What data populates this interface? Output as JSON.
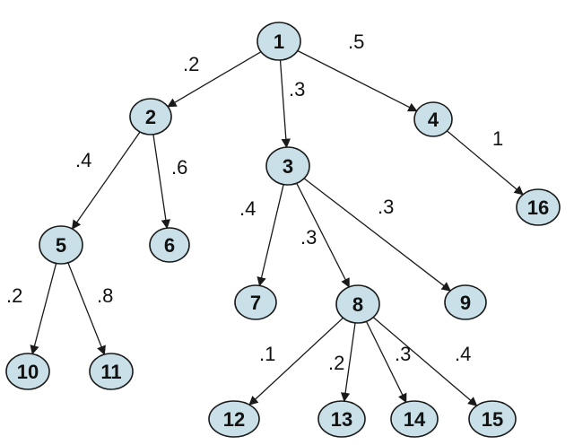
{
  "tree": {
    "nodes": [
      {
        "id": "1",
        "label": "1"
      },
      {
        "id": "2",
        "label": "2"
      },
      {
        "id": "3",
        "label": "3"
      },
      {
        "id": "4",
        "label": "4"
      },
      {
        "id": "5",
        "label": "5"
      },
      {
        "id": "6",
        "label": "6"
      },
      {
        "id": "7",
        "label": "7"
      },
      {
        "id": "8",
        "label": "8"
      },
      {
        "id": "9",
        "label": "9"
      },
      {
        "id": "10",
        "label": "10"
      },
      {
        "id": "11",
        "label": "11"
      },
      {
        "id": "12",
        "label": "12"
      },
      {
        "id": "13",
        "label": "13"
      },
      {
        "id": "14",
        "label": "14"
      },
      {
        "id": "15",
        "label": "15"
      },
      {
        "id": "16",
        "label": "16"
      }
    ],
    "edges": [
      {
        "from": "1",
        "to": "2",
        "weight": ".2"
      },
      {
        "from": "1",
        "to": "3",
        "weight": ".3"
      },
      {
        "from": "1",
        "to": "4",
        "weight": ".5"
      },
      {
        "from": "2",
        "to": "5",
        "weight": ".4"
      },
      {
        "from": "2",
        "to": "6",
        "weight": ".6"
      },
      {
        "from": "4",
        "to": "16",
        "weight": "1"
      },
      {
        "from": "3",
        "to": "7",
        "weight": ".4"
      },
      {
        "from": "3",
        "to": "8",
        "weight": ".3"
      },
      {
        "from": "3",
        "to": "9",
        "weight": ".3"
      },
      {
        "from": "5",
        "to": "10",
        "weight": ".2"
      },
      {
        "from": "5",
        "to": "11",
        "weight": ".8"
      },
      {
        "from": "8",
        "to": "12",
        "weight": ".1"
      },
      {
        "from": "8",
        "to": "13",
        "weight": ".2"
      },
      {
        "from": "8",
        "to": "14",
        "weight": ".3"
      },
      {
        "from": "8",
        "to": "15",
        "weight": ".4"
      }
    ],
    "colors": {
      "node_fill": "#c9e0e8",
      "node_stroke": "#1a1a1a",
      "edge": "#1a1a1a",
      "text": "#111111"
    }
  }
}
